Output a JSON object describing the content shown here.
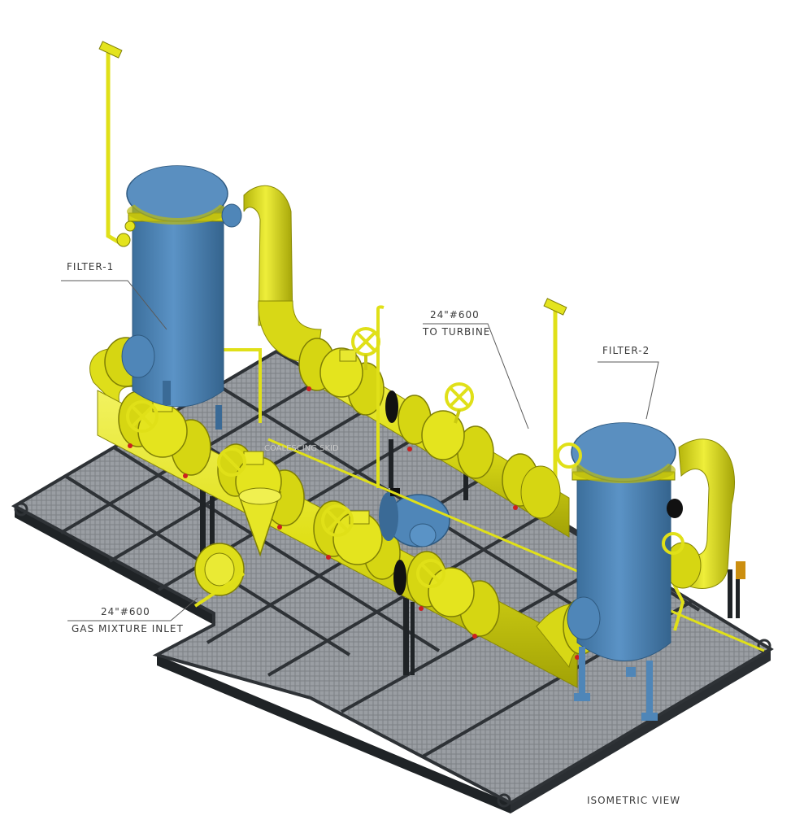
{
  "labels": {
    "filter_1": "FILTER-1",
    "filter_2": "FILTER-2",
    "outlet_size": "24\"#600",
    "outlet_dest": "TO TURBINE",
    "inlet_size": "24\"#600",
    "inlet_name": "GAS MIXTURE INLET",
    "view_title": "ISOMETRIC VIEW",
    "faint_tag": "COALESCING SKID"
  },
  "colors": {
    "pipe": "#e2e21a",
    "pipe_shade": "#a8a80a",
    "pipe_light": "#f4f47a",
    "vessel": "#4f86b8",
    "vessel_top": "#5a8fc0",
    "vessel_dark": "#3a6a96",
    "frame": "#2e3236",
    "grating": "#8d9196",
    "accent_red": "#cc2020",
    "ink": "#3a3a3a"
  }
}
